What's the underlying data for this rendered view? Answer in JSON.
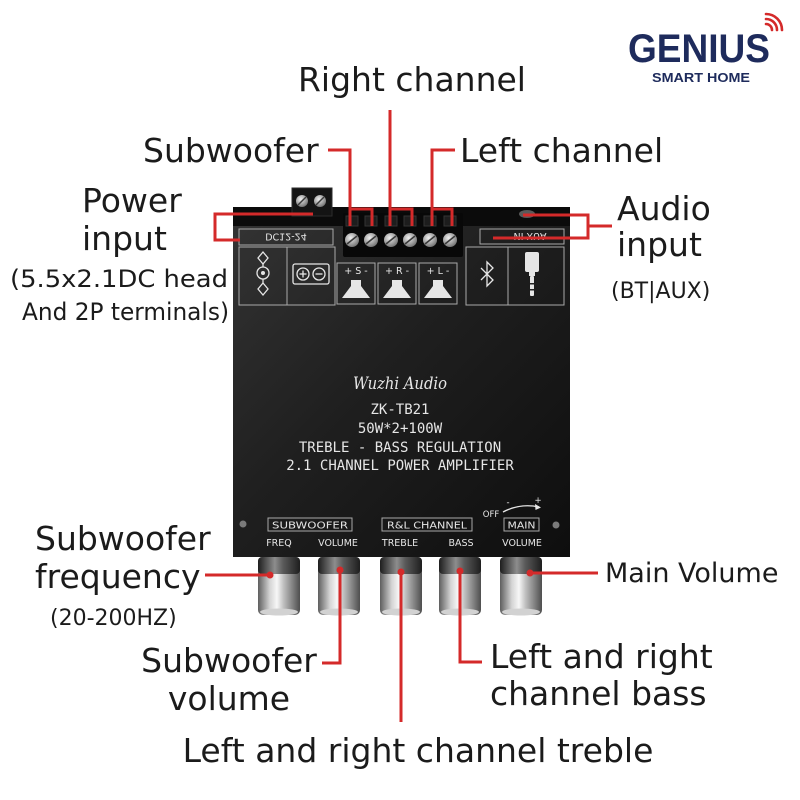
{
  "logo": {
    "brand": "GENIUS",
    "tagline": "SMART HOME"
  },
  "callouts": {
    "right_channel": "Right channel",
    "subwoofer": "Subwoofer",
    "left_channel": "Left channel",
    "power_input": {
      "lines": [
        "Power",
        "input"
      ],
      "notes": [
        "(5.5x2.1DC head",
        "And 2P terminals)"
      ]
    },
    "audio_input": {
      "lines": [
        "Audio",
        "input"
      ],
      "note": "(BT|AUX)"
    },
    "subwoofer_frequency": {
      "lines": [
        "Subwoofer",
        "frequency"
      ],
      "note": "(20-200HZ)"
    },
    "main_volume": "Main Volume",
    "subwoofer_volume": {
      "lines": [
        "Subwoofer",
        "volume"
      ]
    },
    "channel_bass": {
      "lines": [
        "Left and right",
        "channel bass"
      ]
    },
    "channel_treble": "Left and right channel treble"
  },
  "board": {
    "power_label": "DC12-24",
    "aux_label": "AUX IN",
    "speaker_terminals": [
      "+ S -",
      "+ R -",
      "+ L -"
    ],
    "brand": "Wuzhi Audio",
    "model": "ZK-TB21",
    "power_rating": "50W*2+100W",
    "feature": "TREBLE - BASS REGULATION",
    "description": "2.1 CHANNEL POWER AMPLIFIER",
    "controls": {
      "subwoofer_group": "SUBWOOFER",
      "freq": "FREQ",
      "sub_volume": "VOLUME",
      "rl_group": "R&L CHANNEL",
      "treble": "TREBLE",
      "bass": "BASS",
      "off": "OFF",
      "minus": "-",
      "plus": "+",
      "main_group": "MAIN",
      "main_volume": "VOLUME"
    }
  },
  "icons": [
    "wifi-icon",
    "power-jack-icon",
    "terminal-icon",
    "speaker-icon",
    "bluetooth-icon",
    "aux-jack-icon"
  ],
  "colors": {
    "callout": "#d42a2a",
    "text": "#1b1b1b",
    "brand": "#1e2b5c",
    "board": "#1a1a1a",
    "silk": "#e6e6e6"
  }
}
